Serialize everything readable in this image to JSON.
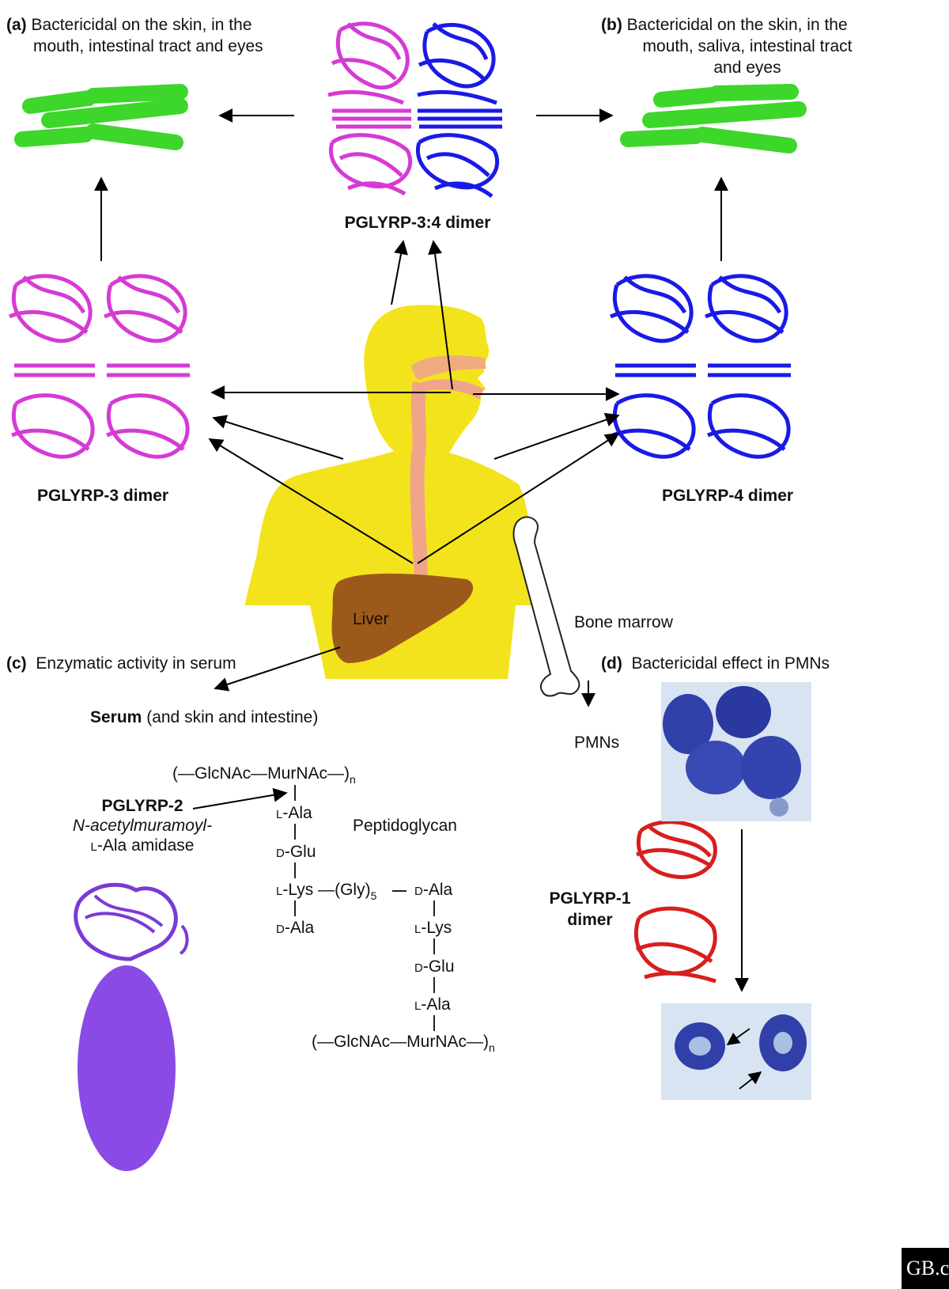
{
  "panel_a": {
    "letter": "(a)",
    "text_line1": "Bactericidal on the skin, in the",
    "text_line2": "mouth, intestinal tract and eyes"
  },
  "panel_b": {
    "letter": "(b)",
    "text_line1": "Bactericidal on the skin, in the",
    "text_line2": "mouth, saliva, intestinal tract",
    "text_line3": "and eyes"
  },
  "panel_c": {
    "letter": "(c)",
    "text": "Enzymatic activity in serum"
  },
  "panel_d": {
    "letter": "(d)",
    "text": "Bactericidal effect in PMNs"
  },
  "labels": {
    "dimer_34": "PGLYRP-3:4 dimer",
    "dimer_3": "PGLYRP-3 dimer",
    "dimer_4": "PGLYRP-4 dimer",
    "liver": "Liver",
    "bone_marrow": "Bone marrow",
    "serum_bold": "Serum",
    "serum_rest": "(and skin and intestine)",
    "pmns": "PMNs",
    "pglyrp1_line1": "PGLYRP-1",
    "pglyrp1_line2": "dimer",
    "pglyrp2": "PGLYRP-2",
    "amidase_line1": "N-acetylmuramoyl-",
    "amidase_prefix": "L",
    "amidase_line2": "-Ala amidase",
    "peptidoglycan": "Peptidoglycan"
  },
  "peptidoglycan": {
    "top_chain": "(—GlcNAc—MurNAc—)",
    "top_sub": "n",
    "stem1": [
      {
        "prefix": "L",
        "name": "-Ala"
      },
      {
        "prefix": "D",
        "name": "-Glu"
      },
      {
        "prefix": "L",
        "name": "-Lys"
      },
      {
        "prefix": "D",
        "name": "-Ala"
      }
    ],
    "bridge": "—(Gly)",
    "bridge_sub": "5",
    "stem2": [
      {
        "prefix": "D",
        "name": "-Ala"
      },
      {
        "prefix": "L",
        "name": "-Lys"
      },
      {
        "prefix": "D",
        "name": "-Glu"
      },
      {
        "prefix": "L",
        "name": "-Ala"
      }
    ],
    "bottom_chain": "(—GlcNAc—MurNAc—)",
    "bottom_sub": "n"
  },
  "colors": {
    "body": "#f3e31c",
    "liver": "#9c5a1a",
    "tract": "#f0a48a",
    "bacteria": "#3dd62a",
    "pglyrp3": "#d63ad6",
    "pglyrp4": "#1a1ae6",
    "pglyrp1": "#d81e1e",
    "pglyrp2": "#7a3ad6",
    "cell": "#8a4ae6",
    "pmn_bg": "#d8e4f2",
    "pmn_nucleus": "#3040a8"
  },
  "badge": "GB.c"
}
